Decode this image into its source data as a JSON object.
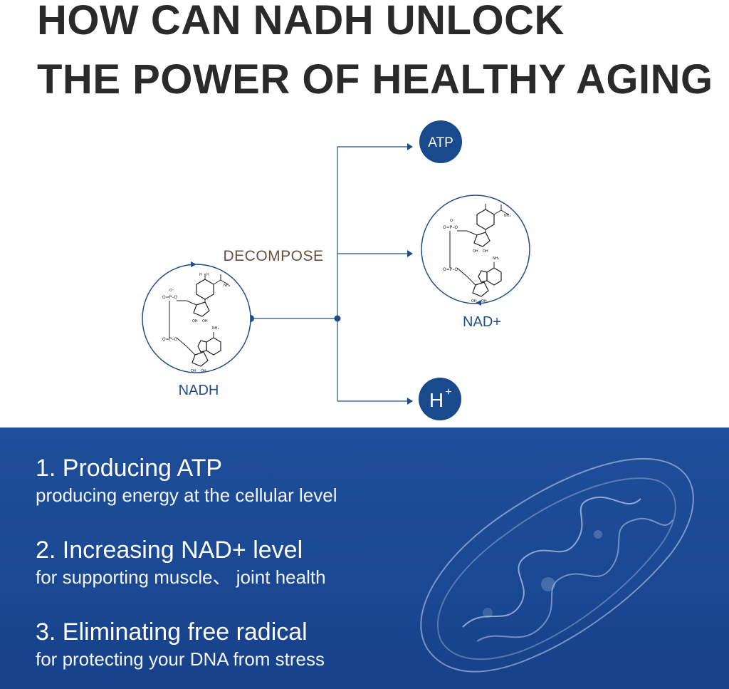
{
  "header": {
    "line1": "HOW CAN NADH UNLOCK",
    "line2": "THE POWER OF HEALTHY AGING"
  },
  "diagram": {
    "process_label": "DECOMPOSE",
    "source_label": "NADH",
    "product_atp": "ATP",
    "product_nad": "NAD+",
    "product_h": "H",
    "product_h_sup": "+",
    "molecule_text": {
      "phosphate_top": "O=P–O",
      "phosphate_bottom": "O=P–O",
      "o_minus": "O⁻",
      "nh2": "NH₂",
      "oh": "OH",
      "n": "N",
      "h": "H"
    },
    "colors": {
      "accent": "#1a4a8e",
      "line": "#1f4e89",
      "text": "#6a4e3d"
    }
  },
  "benefits": [
    {
      "title": "1. Producing ATP",
      "desc": "producing energy at the cellular level"
    },
    {
      "title": "2. Increasing NAD+ level",
      "desc": "for supporting muscle、 joint health"
    },
    {
      "title": "3. Eliminating free radical",
      "desc": "for protecting your DNA from stress"
    }
  ],
  "panel": {
    "background": "#1d4b96",
    "decoration": "mitochondrion-illustration"
  }
}
